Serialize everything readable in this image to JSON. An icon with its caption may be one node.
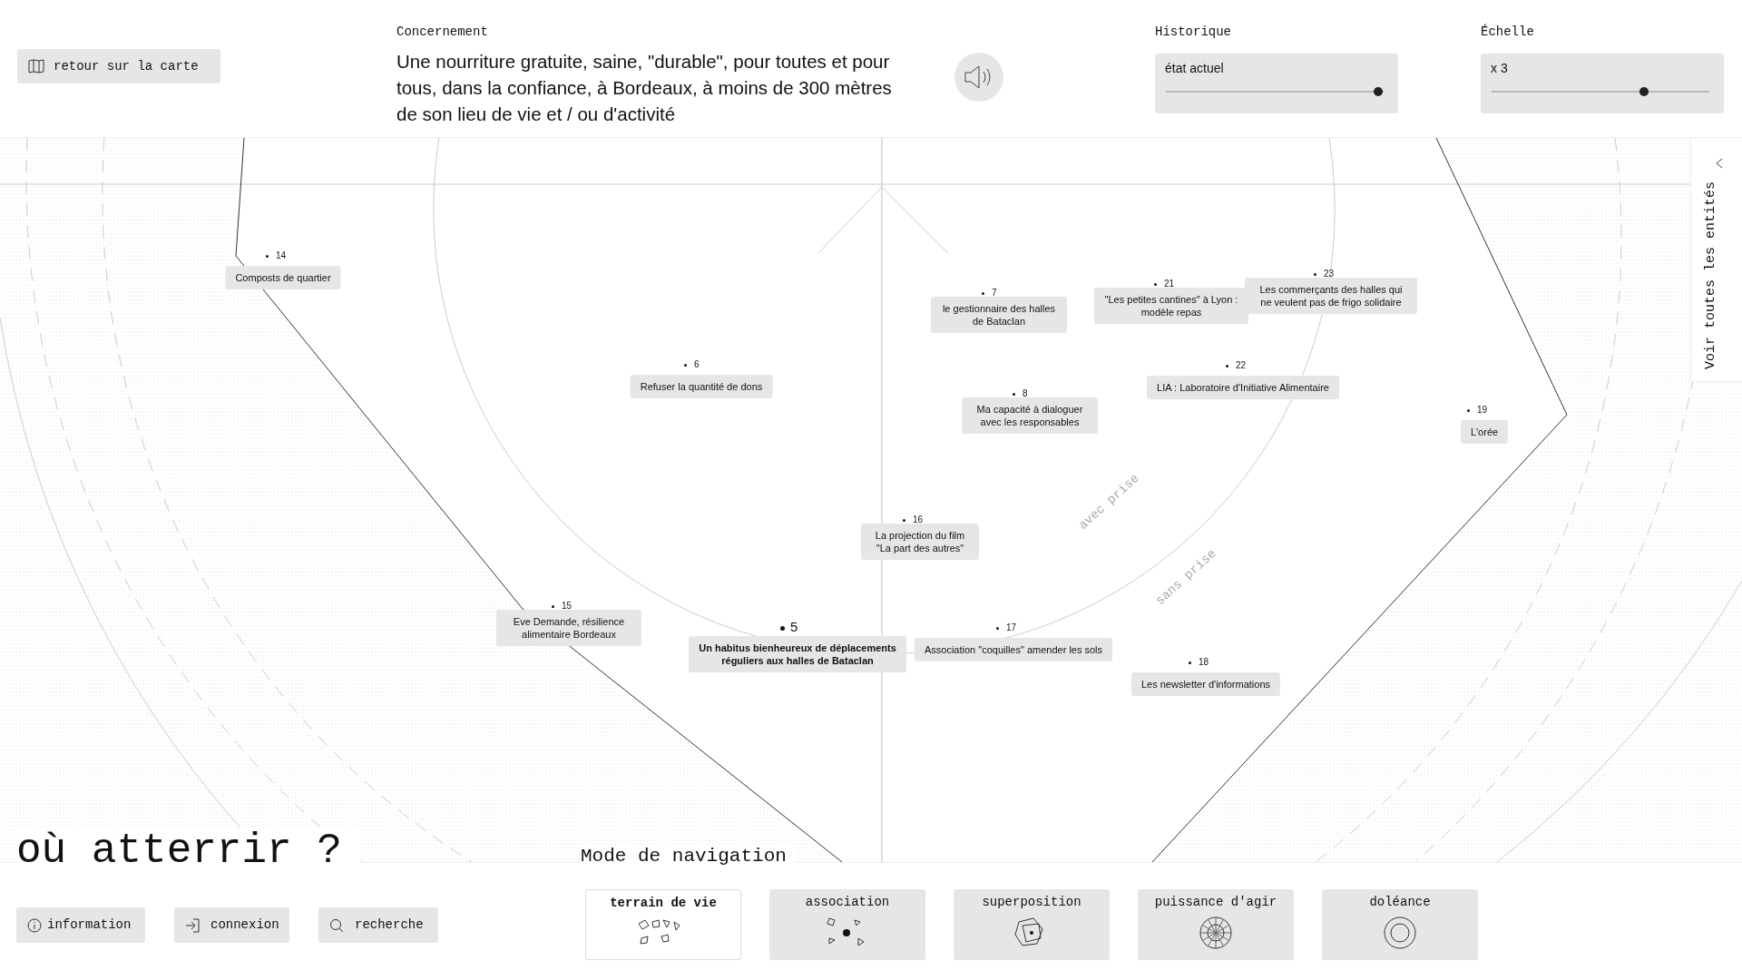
{
  "diagram": {
    "nodes": [
      {
        "text": [
          "retour sur la carte"
        ]
      },
      {
        "text": [
          "Composts de quartier"
        ],
        "beside": [
          "14"
        ]
      },
      {
        "text": [
          "Les commerçants des halles qui ne veulent pas de frigo solidaire"
        ],
        "beside": [
          "23"
        ]
      },
      {
        "text": [
          "\"Les petites cantines\" à Lyon : modèle repas"
        ],
        "beside": [
          "21"
        ]
      },
      {
        "text": [
          "le gestionnaire des halles de Bataclan"
        ],
        "beside": [
          "7"
        ]
      },
      {
        "text": [
          "LIA : Laboratoire d'Initiative Alimentaire"
        ],
        "beside": [
          "22"
        ]
      },
      {
        "text": [
          "Refuser la quantité de dons"
        ],
        "beside": [
          "6"
        ]
      },
      {
        "text": [
          "Ma capacité à dialoguer avec les responsables"
        ],
        "beside": [
          "8"
        ]
      },
      {
        "text": [
          "L'orée"
        ],
        "beside": [
          "19"
        ]
      },
      {
        "text": [
          "La projection du film \"La part des autres\""
        ],
        "beside": [
          "16"
        ]
      },
      {
        "text": [
          "Eve Demande, résilience alimentaire Bordeaux"
        ],
        "beside": [
          "15"
        ]
      },
      {
        "text": [
          "Association \"coquilles\" amender les sols"
        ],
        "beside": [
          "17"
        ]
      },
      {
        "text": [
          "Un habitus bienheureux de déplacements réguliers aux halles de Bataclan"
        ],
        "beside": [
          "5"
        ]
      },
      {
        "text": [
          "Les newsletter d'informations"
        ],
        "beside": [
          "18"
        ]
      },
      {
        "text": [
          "information"
        ]
      },
      {
        "text": [
          "connexion"
        ]
      },
      {
        "text": [
          "recherche"
        ]
      }
    ],
    "edges": [],
    "labels": [
      "Concernement",
      "Une nourriture gratuite, saine, \"durable\", pour toutes et pour tous, dans la confiance, à Bordeaux, à moins de 300 mètres de son lieu de vie et / ou d'activité",
      "Historique",
      "état actuel",
      "Échelle",
      "x 3",
      "avec prise",
      "sans prise",
      "Voir toutes les entités",
      "où atterrir ?",
      "Mode de navigation",
      "terrain de vie",
      "association",
      "superposition",
      "puissance d'agir",
      "doléance"
    ]
  }
}
